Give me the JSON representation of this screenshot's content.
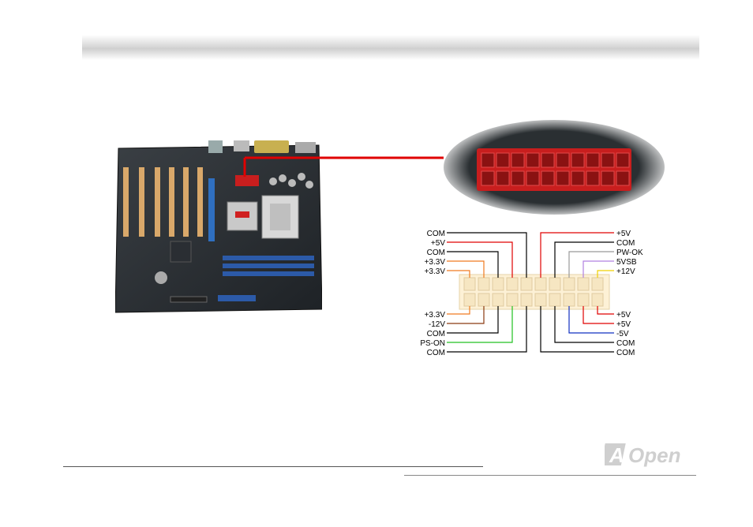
{
  "pinout": {
    "left_top": [
      "COM",
      "+5V",
      "COM",
      "+3.3V",
      "+3.3V"
    ],
    "left_bottom": [
      "+3.3V",
      "-12V",
      "COM",
      "PS-ON",
      "COM"
    ],
    "right_top": [
      "+5V",
      "COM",
      "PW-OK",
      "5VSB",
      "+12V"
    ],
    "right_bottom": [
      "+5V",
      "+5V",
      "-5V",
      "COM",
      "COM"
    ]
  },
  "logo": {
    "text": "AOpen"
  },
  "colors": {
    "connector_red": "#c81e1e",
    "pointer_red": "#e00000"
  }
}
